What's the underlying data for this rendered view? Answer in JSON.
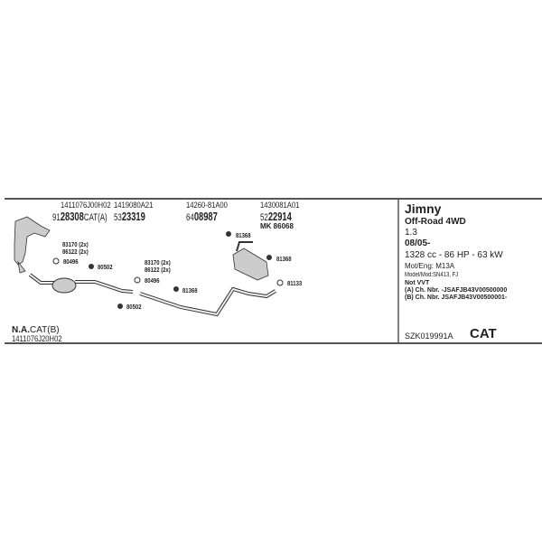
{
  "parts": [
    {
      "oe": "1411076J00H02",
      "prefix": "91",
      "num": "28308",
      "suffix": "CAT(A)"
    },
    {
      "oe": "1419080A21",
      "prefix": "53",
      "num": "23319",
      "suffix": ""
    },
    {
      "oe": "14260-81A00",
      "prefix": "64",
      "num": "08987",
      "suffix": ""
    },
    {
      "oe": "1430081A01",
      "prefix": "52",
      "num": "22914",
      "suffix": "",
      "kit": "MK 86068"
    }
  ],
  "small": {
    "a1": "83170 (2x)",
    "a2": "86122 (2x)",
    "a3": "80496",
    "a4": "80502",
    "b1": "83170 (2x)",
    "b2": "86122 (2x)",
    "b3": "80496",
    "b4": "80502",
    "c1": "81368",
    "c2": "81368",
    "c3": "81368",
    "c4": "81133"
  },
  "na": {
    "label": "N.A.",
    "suffix": "CAT(B)",
    "oe": "1411076J20H02"
  },
  "info": {
    "model": "Jimny",
    "type": "Off-Road 4WD",
    "engine": "1.3",
    "date": "08/05-",
    "spec": "1328 cc - 86 HP - 63 kW",
    "mot": "Mot/Eng: M13A",
    "modelmod": "Model/Mod:SN413, FJ",
    "note": "Not VVT",
    "cha": "(A) Ch. Nbr. -JSAFJB43V00500000",
    "chb": "(B) Ch. Nbr. JSAFJB43V00500001-",
    "code": "SZK019991A",
    "cat": "CAT"
  }
}
